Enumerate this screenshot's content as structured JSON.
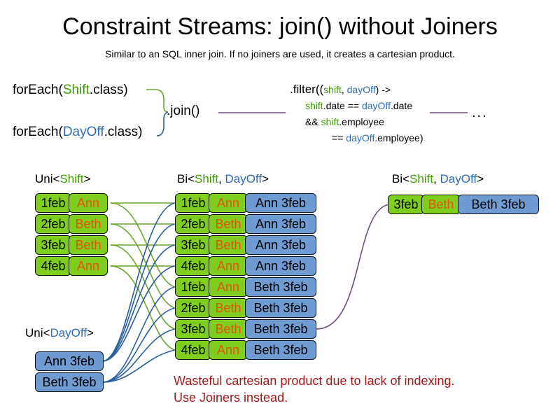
{
  "slide": {
    "title": "Constraint Streams: join() without Joiners",
    "subtitle": "Similar to an SQL inner join. If no joiners are used, it creates a cartesian product."
  },
  "code": {
    "forEach_shift": {
      "prefix": "forEach(",
      "type": "Shift",
      "suffix": ".class)"
    },
    "forEach_dayoff": {
      "prefix": "forEach(",
      "type": "DayOff",
      "suffix": ".class)"
    },
    "join_label": ".join()",
    "ellipsis": "...",
    "filter": {
      "line1_a": ".filter((",
      "line1_shift": "shift",
      "line1_comma": ", ",
      "line1_dayoff": "dayOff",
      "line1_b": ") ->",
      "line2_shift": "shift",
      "line2_mid": ".date == ",
      "line2_dayoff": "dayOff",
      "line2_end": ".date",
      "line3_a": "&& ",
      "line3_shift": "shift",
      "line3_end": ".employee",
      "line4_a": "== ",
      "line4_dayoff": "dayOff",
      "line4_end": ".employee)"
    }
  },
  "captions": {
    "uni_shift": {
      "pre": "Uni<",
      "type": "Shift",
      "post": ">"
    },
    "bi_middle": {
      "pre": "Bi<",
      "type_a": "Shift",
      "sep": ", ",
      "type_b": "DayOff",
      "post": ">"
    },
    "bi_right": {
      "pre": "Bi<",
      "type_a": "Shift",
      "sep": ", ",
      "type_b": "DayOff",
      "post": ">"
    },
    "uni_dayoff": {
      "pre": "Uni<",
      "type": "DayOff",
      "post": ">"
    }
  },
  "streams": {
    "uni_shift_rows": [
      {
        "date": "1feb",
        "name": "Ann"
      },
      {
        "date": "2feb",
        "name": "Beth"
      },
      {
        "date": "3feb",
        "name": "Beth"
      },
      {
        "date": "4feb",
        "name": "Ann"
      }
    ],
    "uni_dayoff_rows": [
      {
        "pair": "Ann 3feb"
      },
      {
        "pair": "Beth 3feb"
      }
    ],
    "bi_middle_rows": [
      {
        "date": "1feb",
        "name": "Ann",
        "pair": "Ann 3feb"
      },
      {
        "date": "2feb",
        "name": "Beth",
        "pair": "Ann 3feb"
      },
      {
        "date": "3feb",
        "name": "Beth",
        "pair": "Ann 3feb"
      },
      {
        "date": "4feb",
        "name": "Ann",
        "pair": "Ann 3feb"
      },
      {
        "date": "1feb",
        "name": "Ann",
        "pair": "Beth 3feb"
      },
      {
        "date": "2feb",
        "name": "Beth",
        "pair": "Beth 3feb"
      },
      {
        "date": "3feb",
        "name": "Beth",
        "pair": "Beth 3feb"
      },
      {
        "date": "4feb",
        "name": "Ann",
        "pair": "Beth 3feb"
      }
    ],
    "bi_right_rows": [
      {
        "date": "3feb",
        "name": "Beth",
        "pair": "Beth 3feb"
      }
    ]
  },
  "warning": {
    "line1": "Wasteful cartesian product due to lack of indexing.",
    "line2": "Use Joiners instead."
  },
  "colors": {
    "shift_green": "#7fce1e",
    "dayoff_blue": "#6e9bd2",
    "name_orange": "#e8520c",
    "shift_text_green": "#3f9c00",
    "dayoff_text_blue": "#2d6bb5",
    "warning_red": "#a41919",
    "wire_green": "#6aa62c",
    "wire_blue": "#2a5f9e",
    "wire_purple": "#6d4e7c"
  }
}
